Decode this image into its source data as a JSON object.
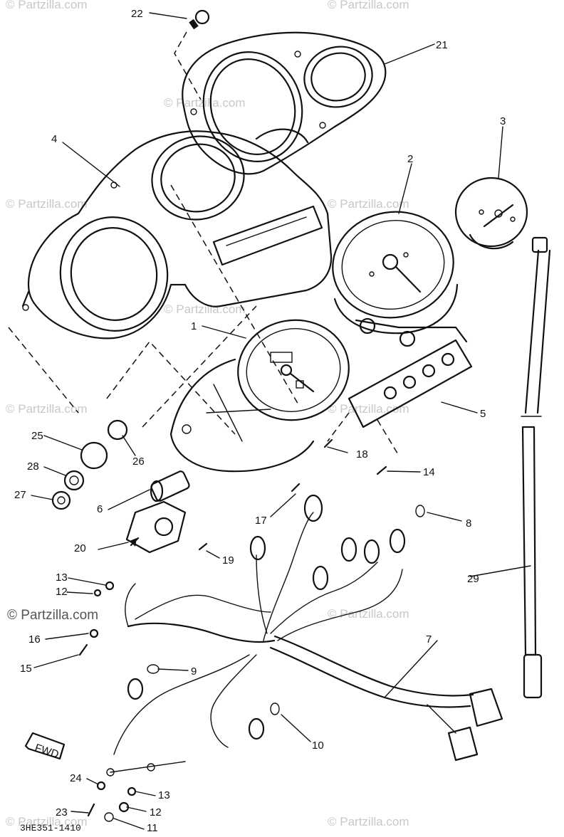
{
  "diagram": {
    "code": "3HE351-1410",
    "front_marker": "FWD",
    "watermarks": [
      "© Partzilla.com",
      "© Partzilla.com",
      "© Partzilla.com",
      "© Partzilla.com",
      "© Partzilla.com",
      "© Partzilla.com",
      "© Partzilla.com",
      "© Partzilla.com",
      "© Partzilla.com",
      "© Partzilla.com",
      "© Partzilla.com",
      "© Partzilla.com"
    ],
    "callouts": [
      {
        "num": "1"
      },
      {
        "num": "2"
      },
      {
        "num": "3"
      },
      {
        "num": "4"
      },
      {
        "num": "5"
      },
      {
        "num": "6"
      },
      {
        "num": "7"
      },
      {
        "num": "8"
      },
      {
        "num": "9"
      },
      {
        "num": "10"
      },
      {
        "num": "11"
      },
      {
        "num": "12"
      },
      {
        "num": "12"
      },
      {
        "num": "13"
      },
      {
        "num": "13"
      },
      {
        "num": "14"
      },
      {
        "num": "15"
      },
      {
        "num": "16"
      },
      {
        "num": "17"
      },
      {
        "num": "18"
      },
      {
        "num": "19"
      },
      {
        "num": "20"
      },
      {
        "num": "21"
      },
      {
        "num": "22"
      },
      {
        "num": "23"
      },
      {
        "num": "24"
      },
      {
        "num": "25"
      },
      {
        "num": "26"
      },
      {
        "num": "27"
      },
      {
        "num": "28"
      },
      {
        "num": "29"
      }
    ]
  }
}
